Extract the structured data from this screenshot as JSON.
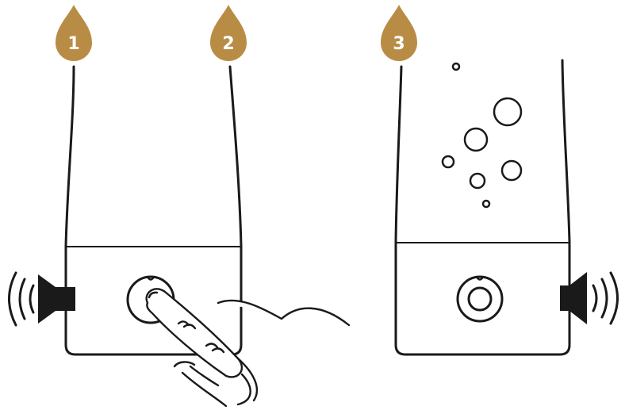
{
  "colors": {
    "accent": "#B98C46",
    "stroke": "#1a1a1a",
    "background": "#ffffff",
    "number_text": "#ffffff"
  },
  "steps": [
    {
      "number": "1",
      "icon": "water-drop-icon"
    },
    {
      "number": "2",
      "icon": "water-drop-icon"
    },
    {
      "number": "3",
      "icon": "water-drop-icon"
    }
  ],
  "icons": {
    "left_panel": [
      "speaker-sound-icon",
      "power-button-icon",
      "hand-pressing-icon"
    ],
    "right_panel": [
      "bubbles-icon",
      "power-button-icon",
      "speaker-sound-icon"
    ]
  }
}
